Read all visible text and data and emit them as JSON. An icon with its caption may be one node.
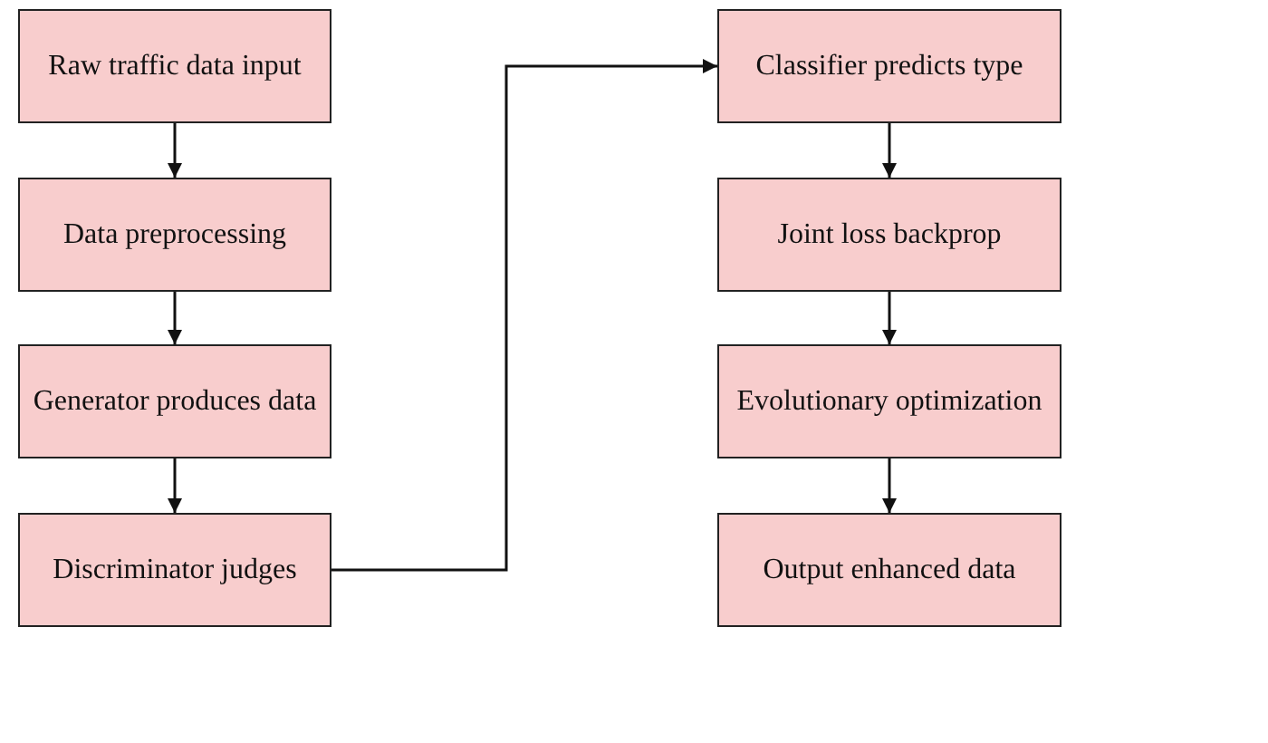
{
  "diagram": {
    "nodes": [
      {
        "text": [
          "Raw traffic data input"
        ]
      },
      {
        "text": [
          "Data preprocessing"
        ]
      },
      {
        "text": [
          "Generator produces data"
        ]
      },
      {
        "text": [
          "Discriminator judges"
        ]
      },
      {
        "text": [
          "Classifier predicts type"
        ]
      },
      {
        "text": [
          "Joint loss backprop"
        ]
      },
      {
        "text": [
          "Evolutionary optimization"
        ]
      },
      {
        "text": [
          "Output enhanced data"
        ]
      }
    ],
    "edges": [
      {
        "from": 0,
        "to": 1,
        "arrow": "to"
      },
      {
        "from": 1,
        "to": 2,
        "arrow": "to"
      },
      {
        "from": 2,
        "to": 3,
        "arrow": "to"
      },
      {
        "from": 3,
        "to": 4,
        "arrow": "to"
      },
      {
        "from": 4,
        "to": 5,
        "arrow": "to"
      },
      {
        "from": 5,
        "to": 6,
        "arrow": "to"
      },
      {
        "from": 6,
        "to": 7,
        "arrow": "to"
      }
    ]
  }
}
